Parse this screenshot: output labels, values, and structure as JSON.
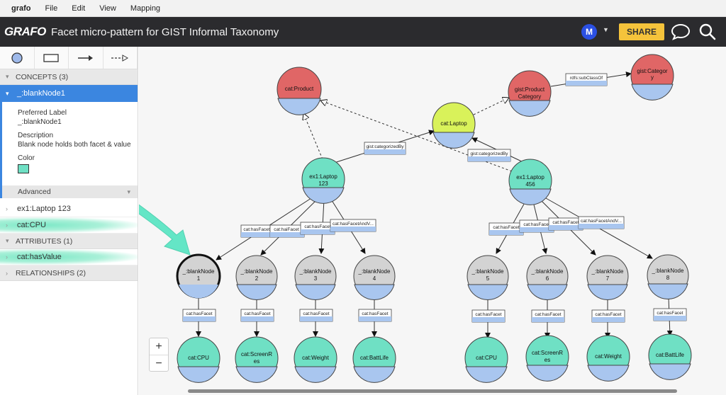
{
  "menubar": {
    "app": "grafo",
    "items": [
      "File",
      "Edit",
      "View",
      "Mapping"
    ]
  },
  "header": {
    "logo": "GRAFO",
    "title": "Facet micro-pattern for GIST Informal Taxonomy",
    "avatar": "M",
    "share": "SHARE"
  },
  "sidebar": {
    "concepts_header": "CONCEPTS (3)",
    "selected": "_:blankNode1",
    "preferred_label_title": "Preferred Label",
    "preferred_label_value": "_:blankNode1",
    "description_title": "Description",
    "description_value": "Blank node holds both facet & value",
    "color_title": "Color",
    "color_value": "#6fe0c4",
    "advanced": "Advanced",
    "concepts": [
      "ex1:Laptop 123",
      "cat:CPU"
    ],
    "attributes_header": "ATTRIBUTES (1)",
    "attributes": [
      "cat:hasValue"
    ],
    "relationships_header": "RELATIONSHIPS (2)"
  },
  "canvas": {
    "nodes": {
      "product": "cat:Product",
      "laptop": "cat:Laptop",
      "productcat1": "gist:Product",
      "productcat2": "Category",
      "category1": "gist:Categor",
      "category2": "y",
      "l123a": "ex1:Laptop",
      "l123b": "123",
      "l456a": "ex1:Laptop",
      "l456b": "456",
      "bn": [
        "_:blankNode",
        "_:blankNode",
        "_:blankNode",
        "_:blankNode",
        "_:blankNode",
        "_:blankNode",
        "_:blankNode",
        "_:blankNode"
      ],
      "bnnum": [
        "1",
        "2",
        "3",
        "4",
        "5",
        "6",
        "7",
        "8"
      ],
      "cpu": "cat:CPU",
      "screen1": "cat:ScreenR",
      "screen2": "es",
      "weight": "cat:Weight",
      "batt": "cat:BattLife",
      "cpu2": "cat:CPU",
      "screenb1": "cat:ScreenR",
      "screenb2": "es",
      "weight2": "cat:Weight",
      "batt2": "cat:BattLife"
    },
    "edges": {
      "subclass": "rdfs:subClassOf",
      "catby": "gist:categorizedBy",
      "catby2": "gist:categorizedBy",
      "hasFacet": "cat:hasFacet",
      "hasFacet1": "cat:hasFacet",
      "hasFacet2": "cat:hasFacet",
      "hasFacetAndV": "cat:hasFacetAndV...",
      "hasFacetShort": "cat:hasFacet",
      "hasFacetShort2": "cat:hasFacet",
      "hf1": "cat:hasFacet",
      "hf2": "cat:haiFacet",
      "hf3": "cat:hasFacet",
      "hf4": "cat:hasFacetAndV..."
    },
    "colors": {
      "red": "#e06666",
      "green": "#6fe0c4",
      "grey": "#d3d3d3",
      "yellow": "#d9f25a",
      "blue": "#a9c6ef"
    }
  }
}
